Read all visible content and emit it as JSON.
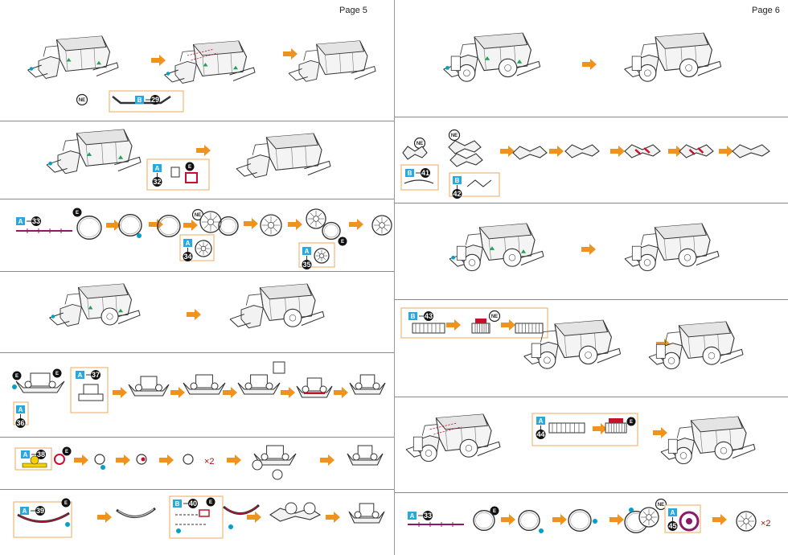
{
  "pages": [
    {
      "label": "Page 5"
    },
    {
      "label": "Page 6"
    }
  ],
  "badges": {
    "ne": "NE",
    "e": "E",
    "multiplier": "×2"
  },
  "left_steps": [
    {
      "letter": "B",
      "part": "29"
    },
    {
      "letter": "A",
      "part": "32"
    },
    {
      "letter": "A",
      "part": "33"
    },
    {
      "letter": "A",
      "part": "34"
    },
    {
      "letter": "A",
      "part": "35"
    },
    {
      "letter": "A",
      "part": "37"
    },
    {
      "letter": "A",
      "part": "36"
    },
    {
      "letter": "A",
      "part": "38"
    },
    {
      "letter": "A",
      "part": "39"
    },
    {
      "letter": "B",
      "part": "40"
    }
  ],
  "right_steps": [
    {
      "letter": "B",
      "part": "41"
    },
    {
      "letter": "B",
      "part": "42"
    },
    {
      "letter": "B",
      "part": "43"
    },
    {
      "letter": "A",
      "part": "44"
    },
    {
      "letter": "A",
      "part": "45"
    },
    {
      "letter": "A",
      "part": "33"
    }
  ],
  "colors": {
    "arrow": "#f0931e",
    "part_box": "#29a8e0",
    "callout_border": "#f0b878",
    "accent_red": "#c8102e",
    "rod_purple": "#8b1a6b",
    "teal_dot": "#00a0c8",
    "green_marker": "#22a055"
  }
}
